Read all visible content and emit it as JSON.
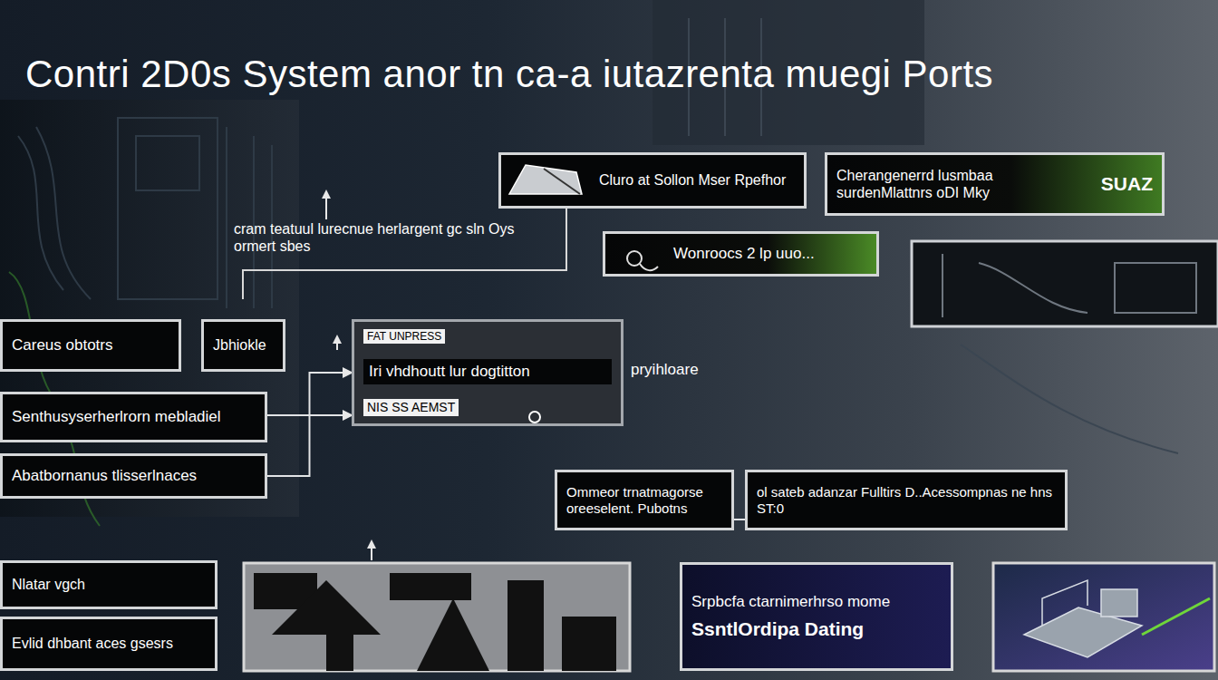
{
  "diagram": {
    "title": "Contri 2D0s System anor tn ca-a iutazrenta muegi Ports",
    "nodes": [
      {
        "text": [
          "Cluro at Sollon Mser Rpefhor"
        ]
      },
      {
        "text": [
          "Cherangenerrd lusmbaa surdenMlattnrs oDI Mky",
          "SUAZ"
        ]
      },
      {
        "text": [
          "Wonroocs 2 lp uuo..."
        ]
      },
      {
        "text": [
          "Careus obtotrs"
        ]
      },
      {
        "text": [
          "Jbhiokle"
        ]
      },
      {
        "text": [
          "FAT UNPRESS",
          "Iri vhdhoutt lur dogtitton",
          "NIS SS AEMST"
        ]
      },
      {
        "text": [
          "Senthusyserherlrorn mebladiel"
        ]
      },
      {
        "text": [
          "Abatbornanus tlisserlnaces"
        ]
      },
      {
        "text": [
          "Ommeor trnatmagorse oreeselent. Pubotns"
        ]
      },
      {
        "text": [
          "ol sateb adanzar Fulltirs D..Acessompnas ne hns ST:0"
        ]
      },
      {
        "text": [
          "Nlatar vgch"
        ]
      },
      {
        "text": [
          "Evlid dhbant aces gsesrs"
        ]
      },
      {
        "text": [
          "Srpbcfa ctarnimerhrso mome",
          "SsntlOrdipa Dating"
        ]
      }
    ],
    "edges": [
      {
        "from": 6,
        "to": 5,
        "arrow": "to"
      },
      {
        "from": 7,
        "to": 5,
        "arrow": "to"
      },
      {
        "from": 8,
        "to": 9,
        "arrow": "none"
      }
    ],
    "labels": [
      "cram teatuul lurecnue herlargent gc sln Oys ormert sbes",
      "pryihloare"
    ]
  }
}
